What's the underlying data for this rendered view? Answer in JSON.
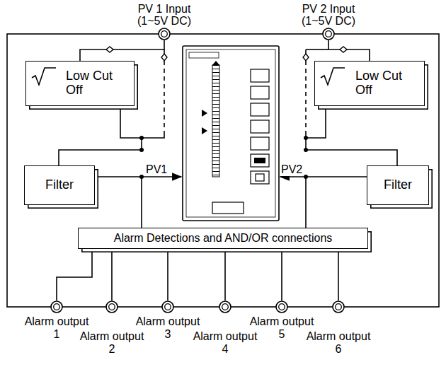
{
  "diagram": {
    "nodes": [
      {
        "text": [
          "PV 1 Input (1~5V DC)"
        ]
      },
      {
        "text": [
          "PV 2 Input (1~5V DC)"
        ]
      },
      {
        "text": [
          "Low Cut Off"
        ]
      },
      {
        "text": [
          "Low Cut Off"
        ]
      },
      {
        "text": [
          "Filter"
        ]
      },
      {
        "text": [
          "Filter"
        ]
      },
      {
        "text": [
          "Alarm Detections and AND/OR connections"
        ]
      },
      {
        "text": [
          "Alarm output 1"
        ]
      },
      {
        "text": [
          "Alarm output 2"
        ]
      },
      {
        "text": [
          "Alarm output 3"
        ]
      },
      {
        "text": [
          "Alarm output 4"
        ]
      },
      {
        "text": [
          "Alarm output 5"
        ]
      },
      {
        "text": [
          "Alarm output 6"
        ]
      }
    ],
    "edges": [
      {
        "from": 0,
        "to": 2,
        "arrow": "none"
      },
      {
        "from": 2,
        "to": 4,
        "arrow": "none"
      },
      {
        "from": 4,
        "to": 6,
        "arrow": "none"
      },
      {
        "from": 1,
        "to": 3,
        "arrow": "none"
      },
      {
        "from": 3,
        "to": 5,
        "arrow": "none"
      },
      {
        "from": 5,
        "to": 6,
        "arrow": "none"
      },
      {
        "from": 6,
        "to": 7,
        "arrow": "none"
      },
      {
        "from": 6,
        "to": 8,
        "arrow": "none"
      },
      {
        "from": 6,
        "to": 9,
        "arrow": "none"
      },
      {
        "from": 6,
        "to": 10,
        "arrow": "none"
      },
      {
        "from": 6,
        "to": 11,
        "arrow": "none"
      },
      {
        "from": 6,
        "to": 12,
        "arrow": "none"
      }
    ],
    "labels": [
      "PV1",
      "PV2"
    ]
  }
}
